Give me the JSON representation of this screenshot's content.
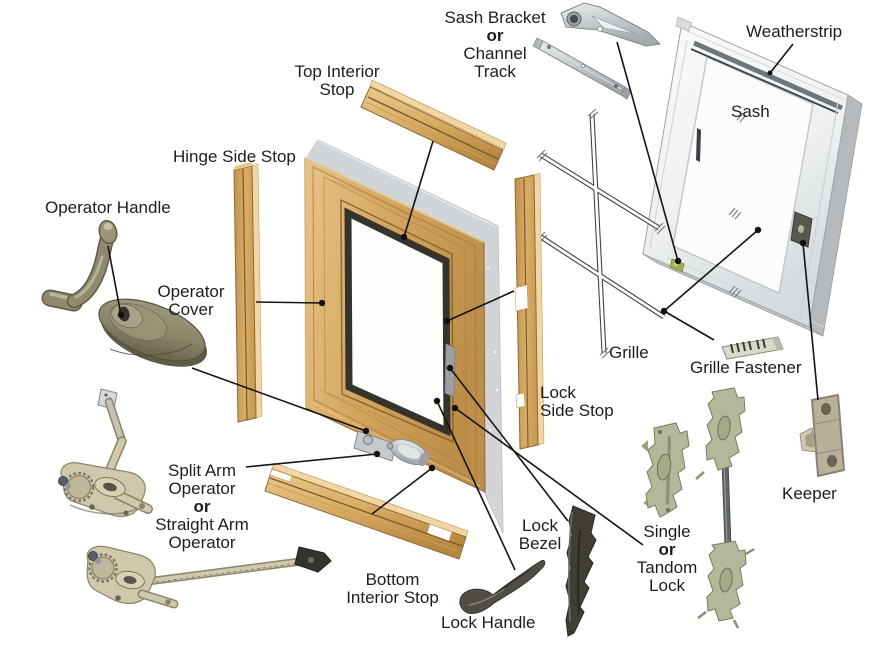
{
  "labels": {
    "sash_bracket": {
      "lines": [
        "Sash Bracket",
        "or",
        "Channel",
        "Track"
      ]
    },
    "weatherstrip": {
      "text": "Weatherstrip"
    },
    "sash": {
      "text": "Sash"
    },
    "top_interior_stop": {
      "lines": [
        "Top Interior",
        "Stop"
      ]
    },
    "hinge_side_stop": {
      "text": "Hinge Side Stop"
    },
    "operator_handle": {
      "text": "Operator Handle"
    },
    "operator_cover": {
      "lines": [
        "Operator",
        "Cover"
      ]
    },
    "grille": {
      "text": "Grille"
    },
    "grille_fastener": {
      "text": "Grille Fastener"
    },
    "lock_side_stop": {
      "lines": [
        "Lock",
        "Side Stop"
      ]
    },
    "keeper": {
      "text": "Keeper"
    },
    "split_arm_operator": {
      "lines": [
        "Split Arm",
        "Operator",
        "or",
        "Straight Arm",
        "Operator"
      ]
    },
    "bottom_interior_stop": {
      "lines": [
        "Bottom",
        "Interior Stop"
      ]
    },
    "lock_bezel": {
      "lines": [
        "Lock",
        "Bezel"
      ]
    },
    "lock_handle": {
      "text": "Lock Handle"
    },
    "single_tandom_lock": {
      "lines": [
        "Single",
        "or",
        "Tandom",
        "Lock"
      ]
    }
  },
  "colors": {
    "text": "#1d1d1d",
    "leader": "#141414",
    "wood": "#d8ab63",
    "wood_dark": "#8f6a35",
    "wood_light": "#f0d6a2",
    "metal": "#c6cacc",
    "metal_dark": "#84898c",
    "backing": "#d2d5d7",
    "sash_white": "#f1f3f4",
    "olive": "#8f8a6e",
    "olive_dark": "#5f5b45",
    "tan_hw": "#cfc8ac",
    "tan_hw_dark": "#8b8468",
    "lock_green": "#b4b79a",
    "dark_hw": "#504e44",
    "keeper_tan": "#b9b09a"
  }
}
